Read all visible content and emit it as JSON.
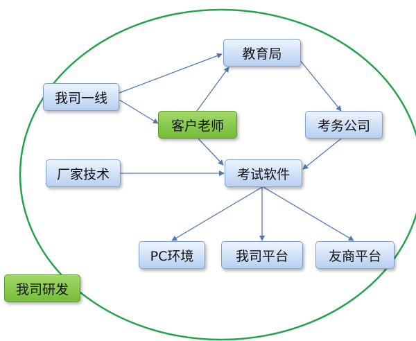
{
  "nodes": {
    "jiaoyuju": "教育局",
    "yixian": "我司一线",
    "kehu": "客户老师",
    "kaowu": "考务公司",
    "changjia": "厂家技术",
    "kaoshi": "考试软件",
    "pc": "PC环境",
    "pingtai": "我司平台",
    "youshang": "友商平台",
    "yanfa": "我司研发"
  },
  "colors": {
    "node_blue_fill": "#cfe0f7",
    "node_blue_border": "#7d9fd0",
    "node_green_fill": "#86c84a",
    "node_green_border": "#5f9a2c",
    "arrow": "#4f79b5",
    "ellipse": "#22a34a"
  }
}
